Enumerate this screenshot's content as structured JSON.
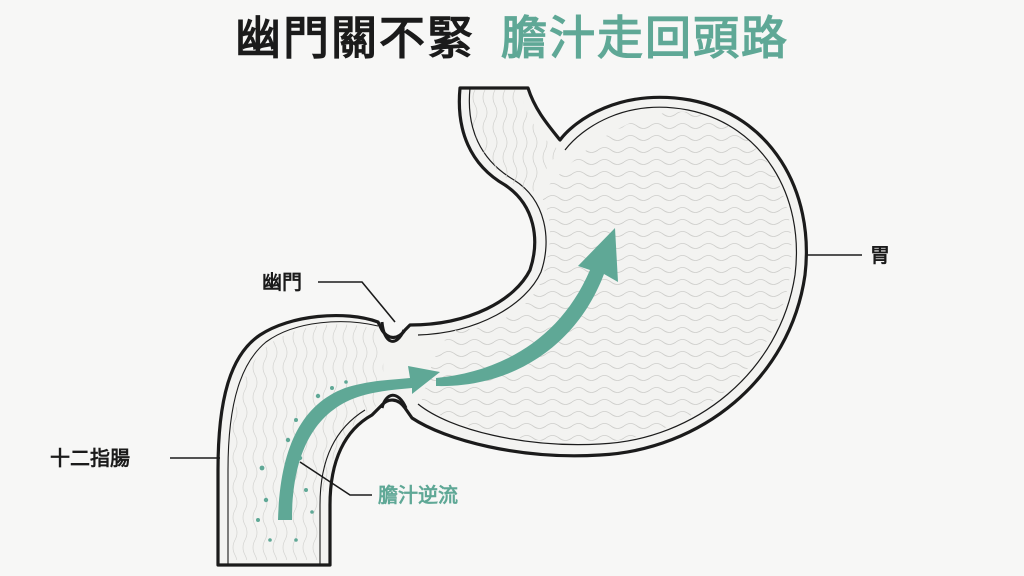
{
  "title": {
    "part1": "幽門關不緊",
    "part2": "膽汁走回頭路"
  },
  "labels": {
    "pylorus": "幽門",
    "stomach": "胃",
    "duodenum": "十二指腸",
    "bile_reflux": "膽汁逆流"
  },
  "colors": {
    "accent": "#5fa896",
    "ink": "#1b1b1b",
    "background": "#f7f7f6"
  }
}
